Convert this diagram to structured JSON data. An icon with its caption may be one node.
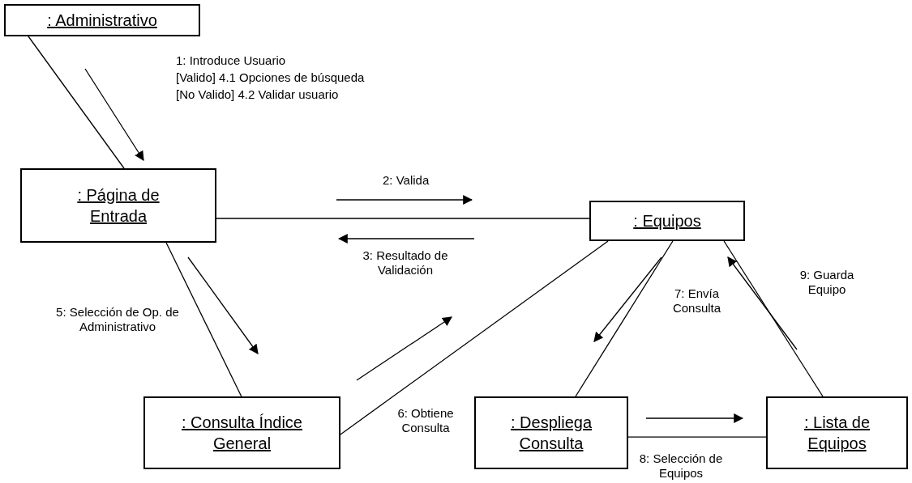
{
  "diagram": {
    "nodes": [
      {
        "text": [
          ": Administrativo"
        ]
      },
      {
        "text": [
          ": Página de Entrada"
        ]
      },
      {
        "text": [
          ": Equipos"
        ]
      },
      {
        "text": [
          ": Consulta Índice General"
        ]
      },
      {
        "text": [
          ": Despliega Consulta"
        ]
      },
      {
        "text": [
          ": Lista de Equipos"
        ]
      }
    ],
    "edges": [
      {
        "from": 0,
        "to": 1,
        "arrow": "none"
      },
      {
        "from": 1,
        "to": 2,
        "arrow": "none"
      },
      {
        "from": 1,
        "to": 3,
        "arrow": "none"
      },
      {
        "from": 3,
        "to": 2,
        "arrow": "none"
      },
      {
        "from": 2,
        "to": 4,
        "arrow": "none"
      },
      {
        "from": 2,
        "to": 5,
        "arrow": "none"
      },
      {
        "from": 4,
        "to": 5,
        "arrow": "none"
      }
    ],
    "labels": [
      "1: Introduce Usuario",
      "[Valido] 4.1 Opciones de búsqueda",
      "[No Valido] 4.2 Validar usuario",
      "2: Valida",
      "3: Resultado de Validación",
      "9: Guarda Equipo",
      "7: Envía Consulta",
      "5: Selección de Op. de Administrativo",
      "6: Obtiene Consulta",
      "8: Selección de Equipos"
    ]
  }
}
